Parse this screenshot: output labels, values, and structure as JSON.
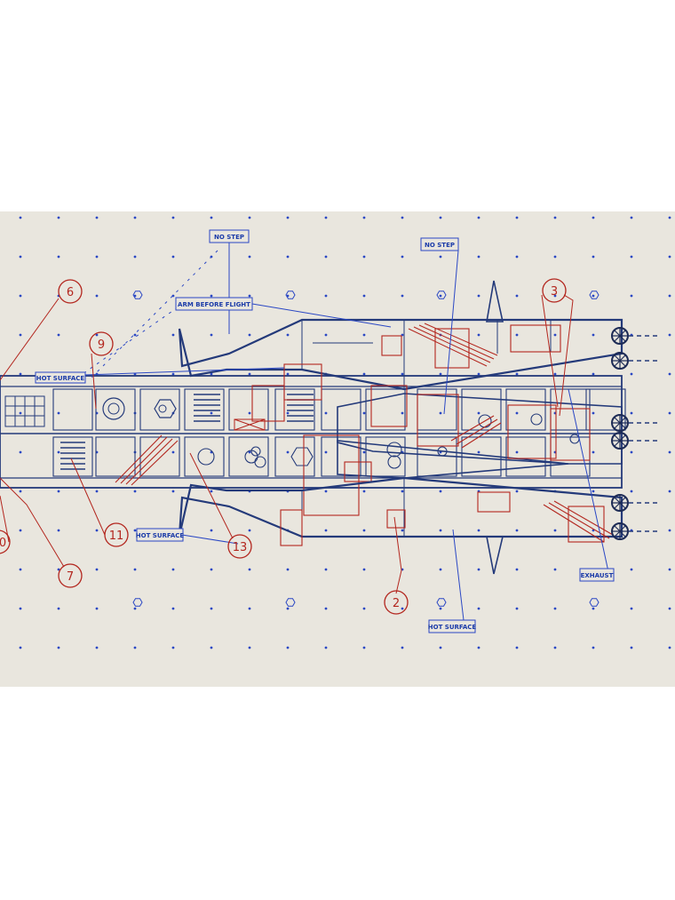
{
  "tags": {
    "no_step_1": "NO STEP",
    "no_step_2": "NO STEP",
    "arm_before_flight": "ARM BEFORE FLIGHT",
    "hot_surface_1": "HOT SURFACE",
    "hot_surface_2": "HOT SURFACE",
    "hot_surface_3": "HOT SURFACE",
    "exhaust": "EXHAUST"
  },
  "callouts": {
    "c2": "2",
    "c3": "3",
    "c6": "6",
    "c7": "7",
    "c9": "9",
    "c10": "0",
    "c11": "11",
    "c13": "13"
  },
  "colors": {
    "paper": "#e9e6de",
    "outline": "#243a7a",
    "blue": "#2a47c4",
    "red": "#b3261e"
  }
}
